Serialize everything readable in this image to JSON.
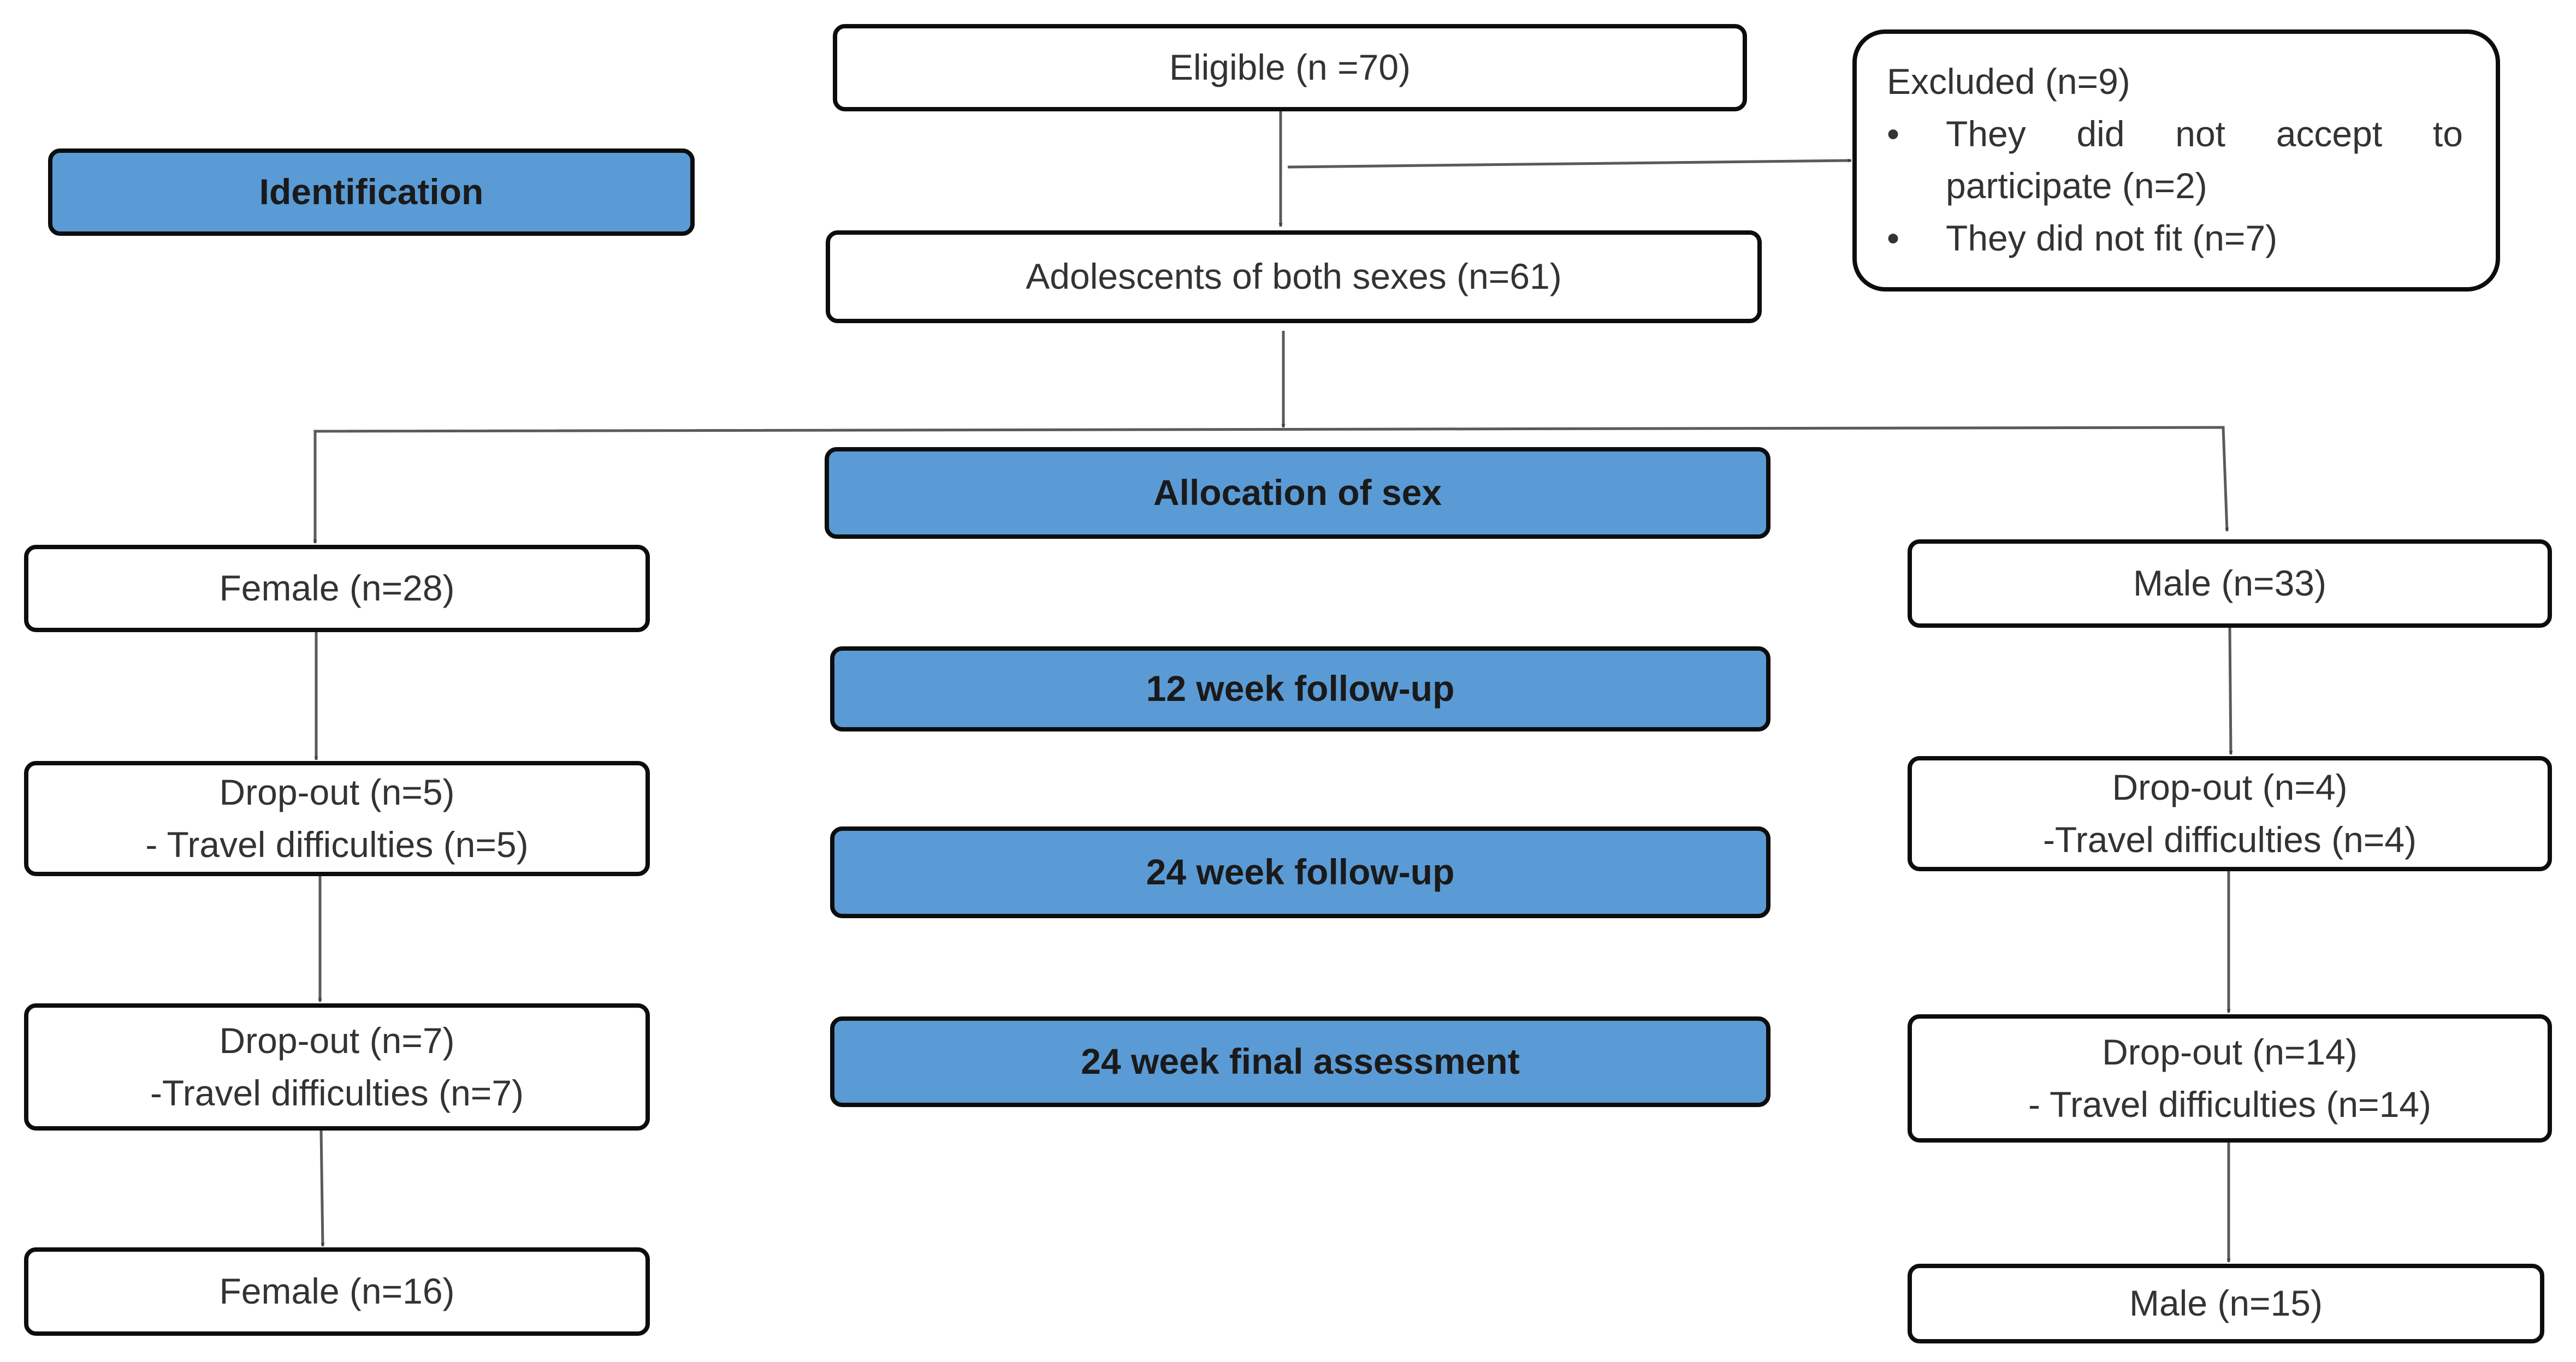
{
  "identification": "Identification",
  "eligible": "Eligible (n =70)",
  "excluded": {
    "title": "Excluded (n=9)",
    "items": [
      {
        "bullet": "•",
        "words": [
          "They",
          "did",
          "not",
          "accept",
          "to"
        ],
        "continuation": "participate (n=2)"
      },
      {
        "bullet": "•",
        "text": "They did not fit (n=7)"
      }
    ]
  },
  "adolescents": "Adolescents of both sexes (n=61)",
  "stages": {
    "allocation": "Allocation of sex",
    "week12": "12 week follow-up",
    "week24": "24 week follow-up",
    "final": "24 week final assessment"
  },
  "female": {
    "start": "Female (n=28)",
    "dropout1": {
      "line1": "Drop-out (n=5)",
      "line2": "- Travel difficulties (n=5)"
    },
    "dropout2": {
      "line1": "Drop-out (n=7)",
      "line2": "-Travel difficulties (n=7)"
    },
    "end": "Female (n=16)"
  },
  "male": {
    "start": "Male (n=33)",
    "dropout1": {
      "line1": "Drop-out (n=4)",
      "line2": "-Travel difficulties (n=4)"
    },
    "dropout2": {
      "line1": "Drop-out (n=14)",
      "line2": "- Travel difficulties (n=14)"
    },
    "end": "Male (n=15)"
  },
  "colors": {
    "stage_fill": "#5b9bd5",
    "border": "#0d0d0d",
    "text": "#333333",
    "arrow": "#595959"
  }
}
